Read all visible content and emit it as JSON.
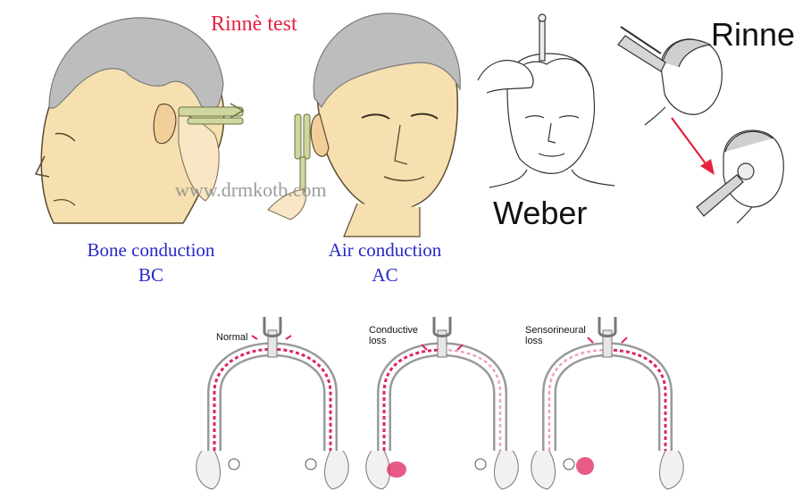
{
  "labels": {
    "rinne_test_title": "Rinnè test",
    "bone_conduction": "Bone conduction",
    "bone_conduction_abbr": "BC",
    "air_conduction": "Air conduction",
    "air_conduction_abbr": "AC",
    "weber": "Weber",
    "rinne": "Rinne",
    "watermark": "www.drmkotb.com"
  },
  "panels": {
    "normal": "Normal",
    "conductive_line1": "Conductive",
    "conductive_line2": "loss",
    "sensorineural_line1": "Sensorineural",
    "sensorineural_line2": "loss"
  },
  "colors": {
    "red_title": "#e8203f",
    "blue_label": "#2727c8",
    "skin": "#f6e0b0",
    "hair": "#bdbdbd",
    "wave": "#e0245e",
    "fork": "#cfd6a0"
  }
}
